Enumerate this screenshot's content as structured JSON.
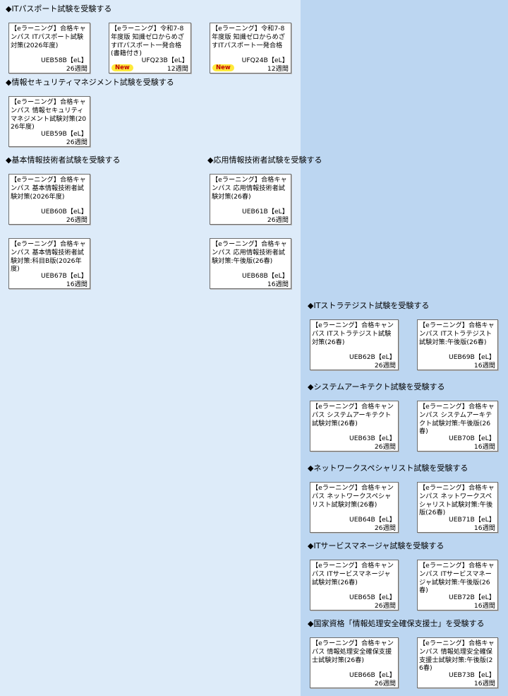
{
  "sections": {
    "itpass": {
      "title": "◆ITパスポート試験を受験する",
      "cards": [
        {
          "name": "【eラーニング】合格キャンパス ITパスポート試験対策(2026年度)",
          "code": "UEB58B【eL】",
          "duration": "26週間"
        },
        {
          "name": "【eラーニング】令和7-8年度版 知識ゼロからめざすITパスポート一発合格(書籍付き)",
          "code": "UFQ23B【eL】",
          "duration": "12週間",
          "badge": "New"
        },
        {
          "name": "【eラーニング】令和7-8年度版 知識ゼロからめざすITパスポート一発合格",
          "code": "UFQ24B【eL】",
          "duration": "12週間",
          "badge": "New"
        }
      ]
    },
    "security": {
      "title": "◆情報セキュリティマネジメント試験を受験する",
      "cards": [
        {
          "name": "【eラーニング】合格キャンパス 情報セキュリティマネジメント試験対策(2026年度)",
          "code": "UEB59B【eL】",
          "duration": "26週間"
        }
      ]
    },
    "basic": {
      "title": "◆基本情報技術者試験を受験する",
      "cards": [
        {
          "name": "【eラーニング】合格キャンパス 基本情報技術者試験対策(2026年度)",
          "code": "UEB60B【eL】",
          "duration": "26週間"
        },
        {
          "name": "【eラーニング】合格キャンパス 基本情報技術者試験対策:科目B版(2026年度)",
          "code": "UEB67B【eL】",
          "duration": "16週間"
        }
      ]
    },
    "applied": {
      "title": "◆応用情報技術者試験を受験する",
      "cards": [
        {
          "name": "【eラーニング】合格キャンパス 応用情報技術者試験対策(26春)",
          "code": "UEB61B【eL】",
          "duration": "26週間"
        },
        {
          "name": "【eラーニング】合格キャンパス 応用情報技術者試験対策:午後版(26春)",
          "code": "UEB68B【eL】",
          "duration": "16週間"
        }
      ]
    },
    "strategist": {
      "title": "◆ITストラテジスト試験を受験する",
      "cards": [
        {
          "name": "【eラーニング】合格キャンパス ITストラテジスト試験対策(26春)",
          "code": "UEB62B【eL】",
          "duration": "26週間"
        },
        {
          "name": "【eラーニング】合格キャンパス ITストラテジスト試験対策:午後版(26春)",
          "code": "UEB69B【eL】",
          "duration": "16週間"
        }
      ]
    },
    "architect": {
      "title": "◆システムアーキテクト試験を受験する",
      "cards": [
        {
          "name": "【eラーニング】合格キャンパス システムアーキテクト試験対策(26春)",
          "code": "UEB63B【eL】",
          "duration": "26週間"
        },
        {
          "name": "【eラーニング】合格キャンパス システムアーキテクト試験対策:午後版(26春)",
          "code": "UEB70B【eL】",
          "duration": "16週間"
        }
      ]
    },
    "network": {
      "title": "◆ネットワークスペシャリスト試験を受験する",
      "cards": [
        {
          "name": "【eラーニング】合格キャンパス ネットワークスペシャリスト試験対策(26春)",
          "code": "UEB64B【eL】",
          "duration": "26週間"
        },
        {
          "name": "【eラーニング】合格キャンパス ネットワークスペシャリスト試験対策:午後版(26春)",
          "code": "UEB71B【eL】",
          "duration": "16週間"
        }
      ]
    },
    "service": {
      "title": "◆ITサービスマネージャ試験を受験する",
      "cards": [
        {
          "name": "【eラーニング】合格キャンパス ITサービスマネージャ試験対策(26春)",
          "code": "UEB65B【eL】",
          "duration": "26週間"
        },
        {
          "name": "【eラーニング】合格キャンパス ITサービスマネージャ試験対策:午後版(26春)",
          "code": "UEB72B【eL】",
          "duration": "16週間"
        }
      ]
    },
    "riss": {
      "title": "◆国家資格「情報処理安全確保支援士」を受験する",
      "cards": [
        {
          "name": "【eラーニング】合格キャンパス 情報処理安全確保支援士試験対策(26春)",
          "code": "UEB66B【eL】",
          "duration": "26週間"
        },
        {
          "name": "【eラーニング】合格キャンパス 情報処理安全確保支援士試験対策:午後版(26春)",
          "code": "UEB73B【eL】",
          "duration": "16週間"
        }
      ]
    }
  }
}
